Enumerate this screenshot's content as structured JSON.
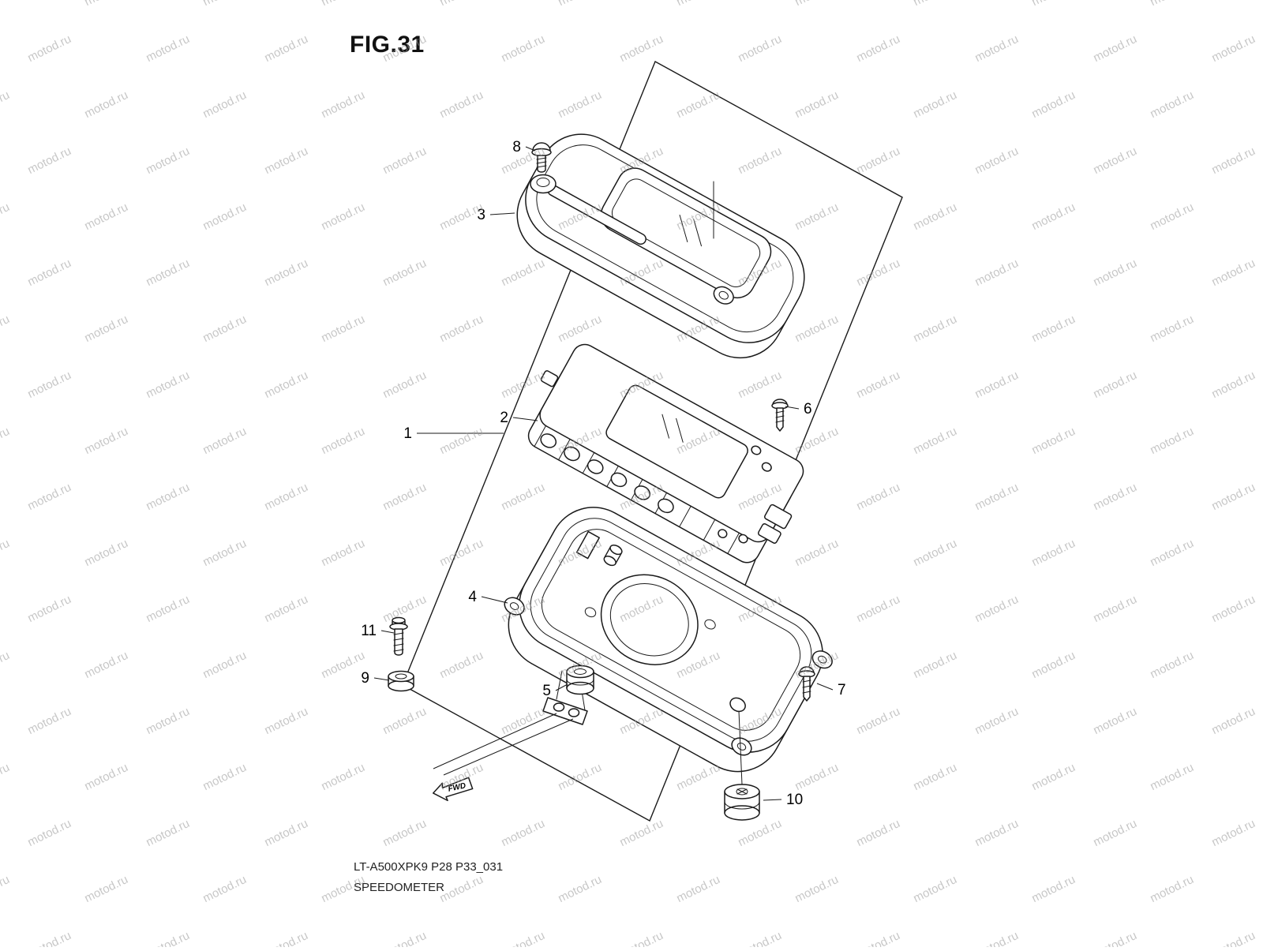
{
  "figure": {
    "title": "FIG.31"
  },
  "watermark": {
    "text": "motod.ru"
  },
  "diagram": {
    "fwd_label": "FWD",
    "parts": [
      {
        "number": "1"
      },
      {
        "number": "2"
      },
      {
        "number": "3"
      },
      {
        "number": "4"
      },
      {
        "number": "5"
      },
      {
        "number": "6"
      },
      {
        "number": "7"
      },
      {
        "number": "8"
      },
      {
        "number": "9"
      },
      {
        "number": "10"
      },
      {
        "number": "11"
      }
    ]
  },
  "footer": {
    "code": "LT-A500XPK9 P28 P33_031",
    "title": "SPEEDOMETER"
  },
  "colors": {
    "line": "#1a1a1a",
    "watermark": "#9b9b9b",
    "background": "#ffffff",
    "text": "#000000"
  }
}
